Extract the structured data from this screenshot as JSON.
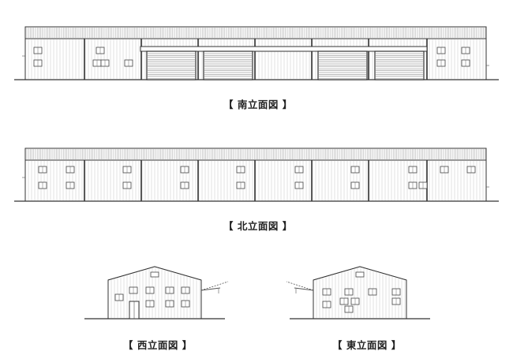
{
  "labels": {
    "south": "【 南立面図 】",
    "north": "【 北立面図 】",
    "west": "【 西立面図 】",
    "east": "【 東立面図 】"
  },
  "colors": {
    "line": "#555555",
    "light_line": "#b8b8b8",
    "roof_hatch": "#9a9a9a",
    "background": "#ffffff"
  }
}
